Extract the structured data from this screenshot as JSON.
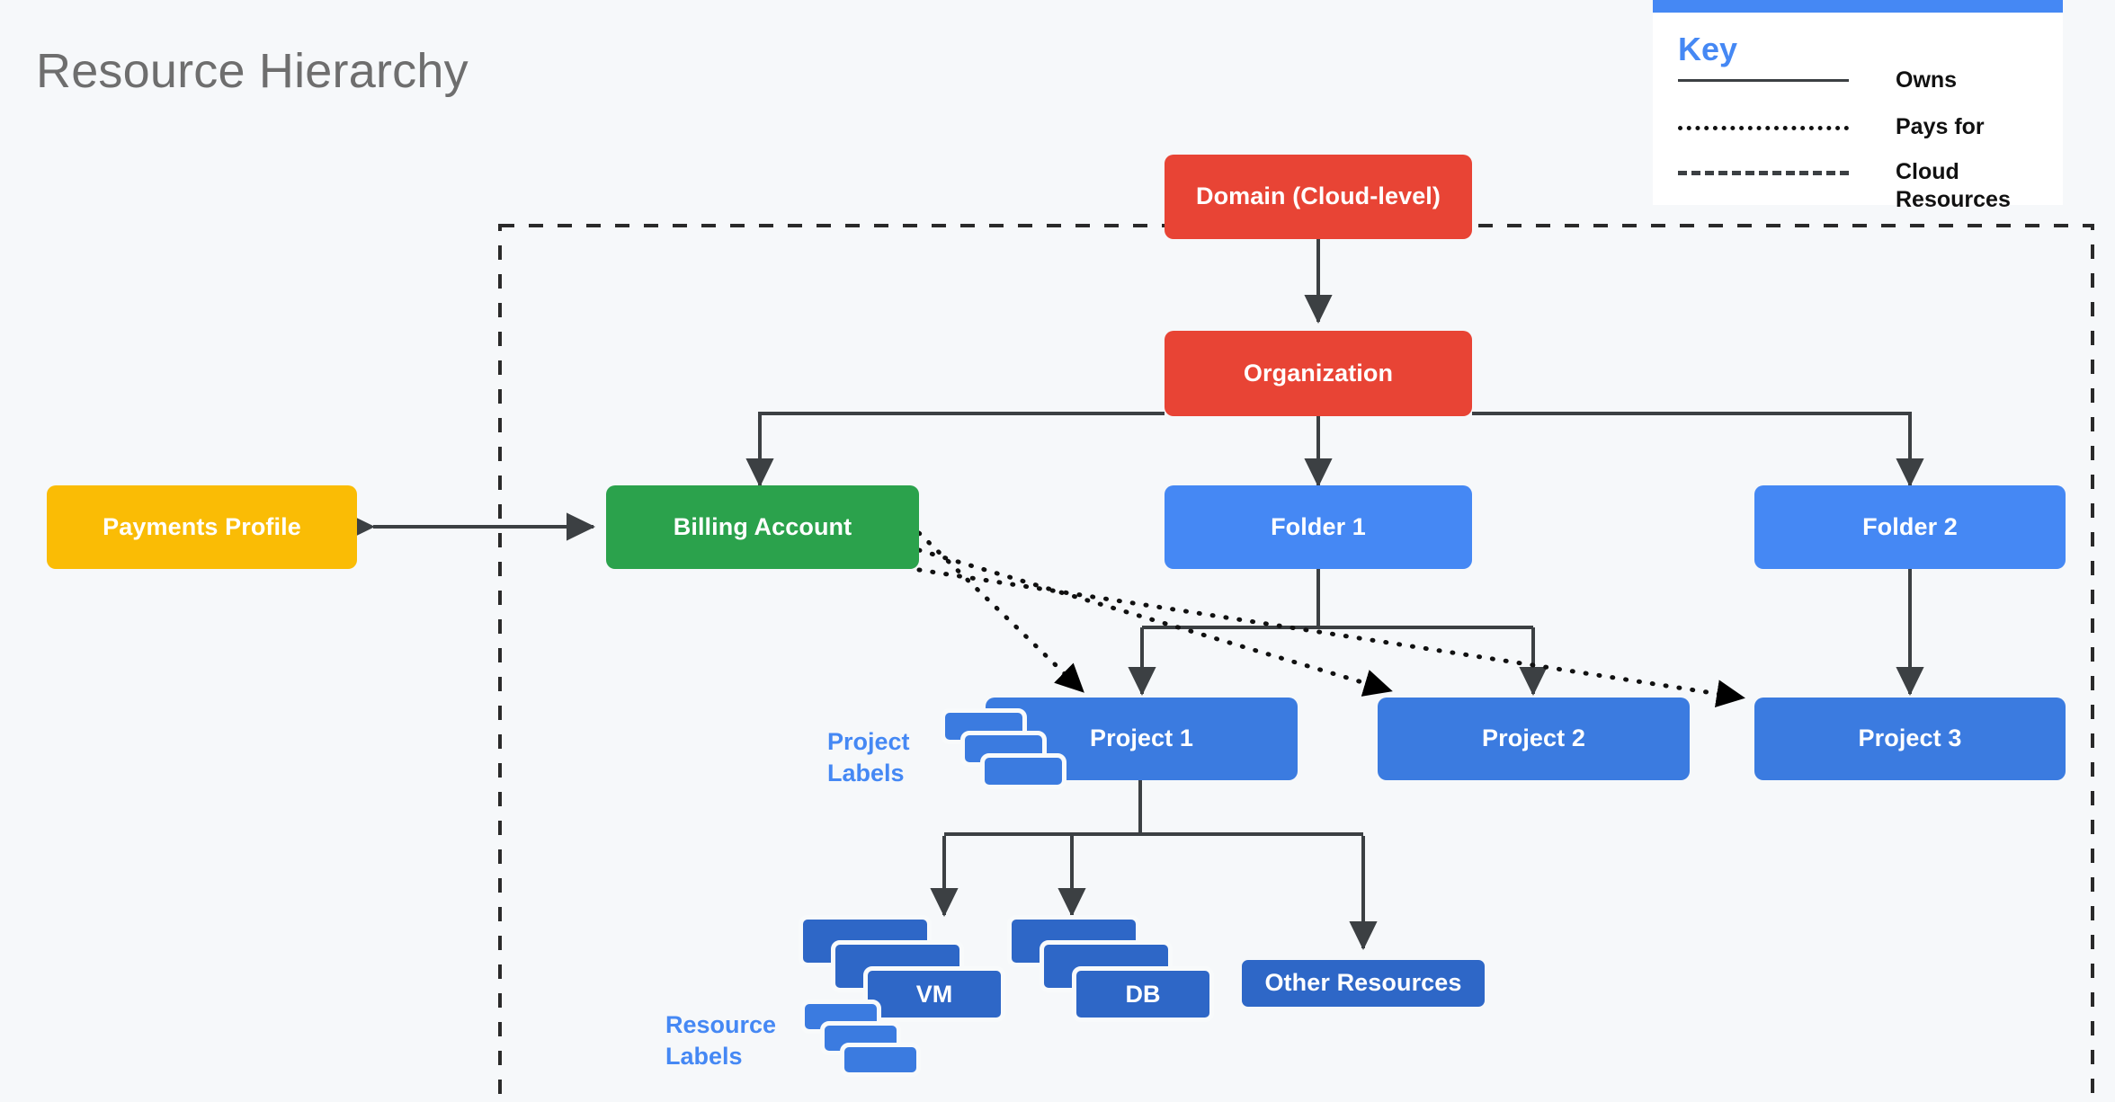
{
  "page": {
    "title": "Resource Hierarchy",
    "background_color": "#F6F8FA"
  },
  "legend": {
    "title": "Key",
    "accent_color": "#4588F4",
    "items": [
      {
        "style": "solid",
        "label": "Owns"
      },
      {
        "style": "dotted",
        "label": "Pays for"
      },
      {
        "style": "dashed",
        "label": "Cloud\nResources"
      }
    ]
  },
  "nodes": {
    "domain": {
      "label": "Domain (Cloud-level)",
      "color": "#E84435"
    },
    "organization": {
      "label": "Organization",
      "color": "#E84435"
    },
    "payments": {
      "label": "Payments Profile",
      "color": "#FABC05"
    },
    "billing": {
      "label": "Billing Account",
      "color": "#2BA24C"
    },
    "folder1": {
      "label": "Folder 1",
      "color": "#4588F4"
    },
    "folder2": {
      "label": "Folder 2",
      "color": "#4588F4"
    },
    "project1": {
      "label": "Project 1",
      "color": "#3B7BE0"
    },
    "project2": {
      "label": "Project 2",
      "color": "#3B7BE0"
    },
    "project3": {
      "label": "Project 3",
      "color": "#3B7BE0"
    },
    "vm": {
      "label": "VM",
      "color": "#2E67C7"
    },
    "db": {
      "label": "DB",
      "color": "#2E67C7"
    },
    "other": {
      "label": "Other Resources",
      "color": "#2E67C7"
    }
  },
  "annotations": {
    "project_labels": {
      "label": "Project\nLabels",
      "color": "#4588F4"
    },
    "resource_labels": {
      "label": "Resource\nLabels",
      "color": "#4588F4"
    }
  },
  "boundary": {
    "name": "cloud-resources-boundary",
    "style": "dashed"
  }
}
